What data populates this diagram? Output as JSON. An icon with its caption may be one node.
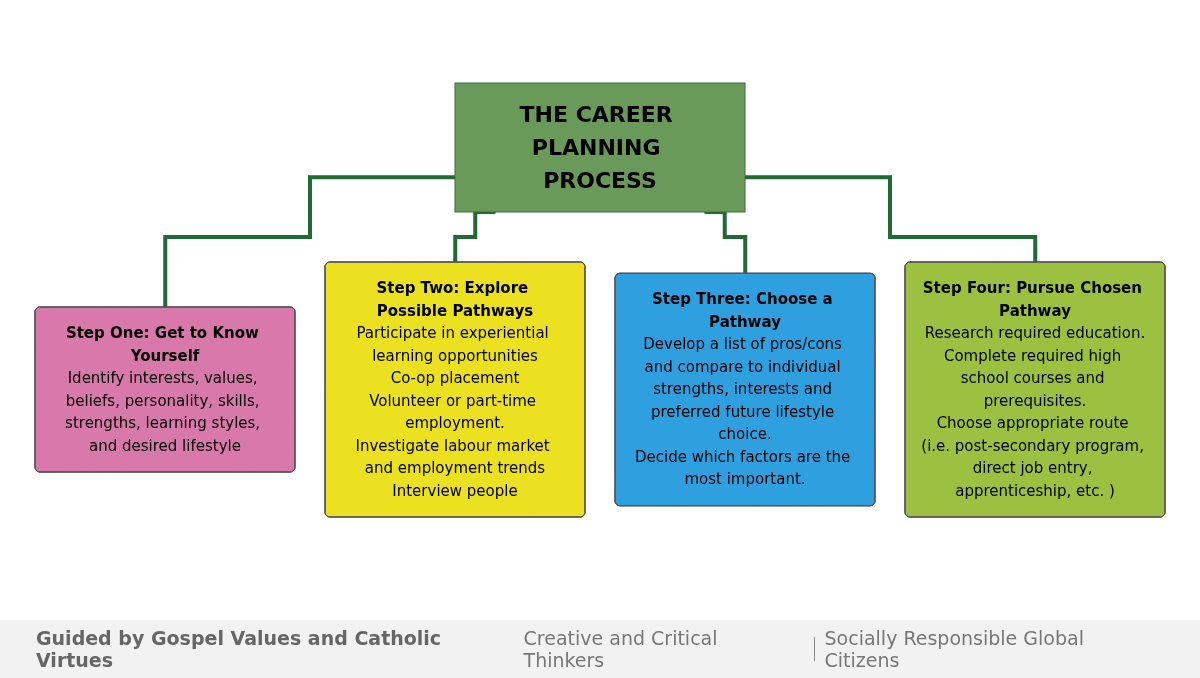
{
  "diagram": {
    "nodes": [
      {
        "text": [
          "THE CAREER PLANNING PROCESS"
        ]
      },
      {
        "text": [
          "Step One: Get to Know Yourself",
          "Identify interests, values, beliefs, personality, skills, strengths, learning styles, and desired lifestyle"
        ]
      },
      {
        "text": [
          "Step Two: Explore Possible Pathways",
          "Participate in experiential learning opportunities",
          "Co-op placement",
          "Volunteer or part-time employment.",
          "Investigate labour market and employment trends",
          "Interview people"
        ]
      },
      {
        "text": [
          "Step Three: Choose a Pathway",
          "Develop a list of pros/cons and compare to individual strengths, interests and preferred future lifestyle choice.",
          "Decide which factors are the most important."
        ]
      },
      {
        "text": [
          "Step Four: Pursue Chosen Pathway",
          "Research required education.",
          "Complete required high school courses and prerequisites.",
          "Choose appropriate route (i.e. post-secondary program, direct job entry, apprenticeship, etc. )"
        ]
      }
    ],
    "edges": [
      {
        "from": 0,
        "to": 1,
        "arrow": "none"
      },
      {
        "from": 0,
        "to": 2,
        "arrow": "none"
      },
      {
        "from": 0,
        "to": 3,
        "arrow": "none"
      },
      {
        "from": 0,
        "to": 4,
        "arrow": "none"
      }
    ],
    "labels": [
      "Guided by Gospel Values and Catholic Virtues",
      "Creative and Critical Thinkers",
      "Socially Responsible Global Citizens"
    ]
  }
}
